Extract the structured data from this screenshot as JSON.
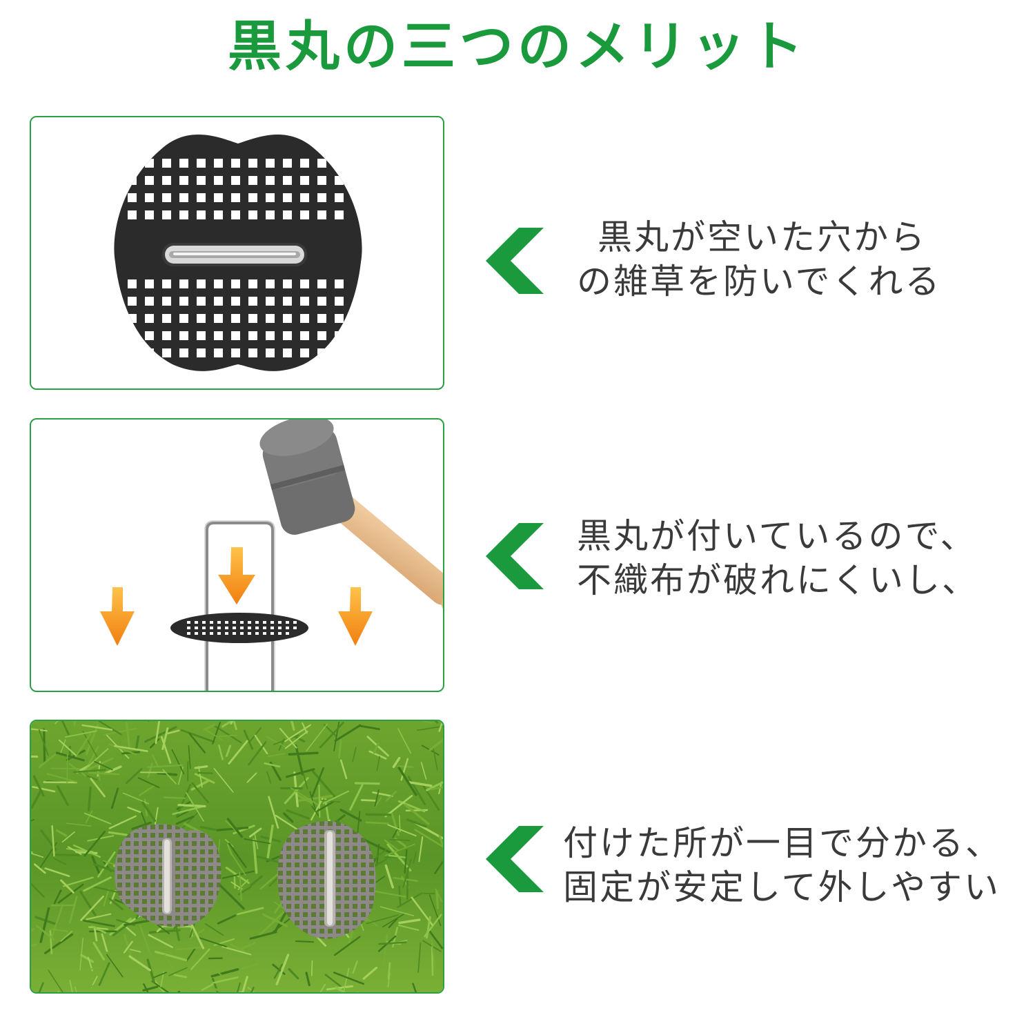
{
  "page": {
    "title": "黒丸の三つのメリット",
    "accent_color": "#1a9a3c",
    "border_color": "#2aa043"
  },
  "merits": [
    {
      "image": "black-disc-weed-pad-icon",
      "arrow": "chevron-left-icon",
      "lines": [
        "黒丸が空いた穴から",
        "の雑草を防いでくれる"
      ]
    },
    {
      "image": "hammer-and-staple-icon",
      "arrow": "chevron-left-icon",
      "lines": [
        "黒丸が付いているので、",
        "不織布が破れにくいし、"
      ]
    },
    {
      "image": "discs-on-grass-photo",
      "arrow": "chevron-left-icon",
      "lines": [
        "付けた所が一目で分かる、",
        "固定が安定して外しやすい"
      ]
    }
  ]
}
